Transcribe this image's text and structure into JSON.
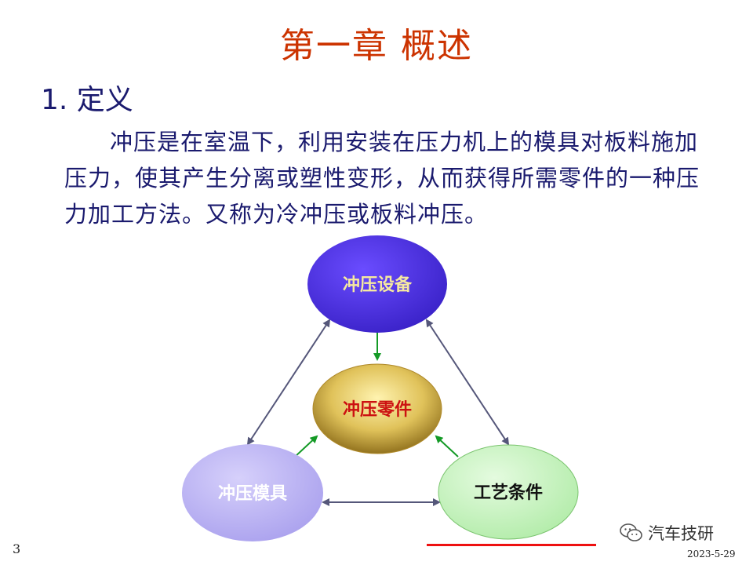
{
  "slide": {
    "title": "第一章  概述",
    "section_heading": "1. 定义",
    "body": "冲压是在室温下，利用安装在压力机上的模具对板料施加压力，使其产生分离或塑性变形，从而获得所需零件的一种压力加工方法。又称为冷冲压或板料冲压。",
    "page_number": "3",
    "date": "2023-5-29"
  },
  "diagram": {
    "nodes": {
      "equipment": {
        "label": "冲压设备",
        "fill": "#4b2fe0",
        "text_color": "#f5e9a0"
      },
      "part": {
        "label": "冲压零件",
        "fill_center": "#fff3b0",
        "fill_edge": "#8a6a18",
        "text_color": "#cc1111"
      },
      "die": {
        "label": "冲压模具",
        "fill": "#bdb6f4",
        "text_color": "#ffffff"
      },
      "process": {
        "label": "工艺条件",
        "fill": "#c8f5c0",
        "text_color": "#111111"
      }
    },
    "arrow_colors": {
      "green": "#149a26",
      "gray": "#55577a"
    }
  },
  "watermark": {
    "text": "汽车技研",
    "icon": "wechat-icon"
  },
  "colors": {
    "title": "#cc3300",
    "text": "#1a1a6e",
    "accent_line": "#ee1111"
  }
}
